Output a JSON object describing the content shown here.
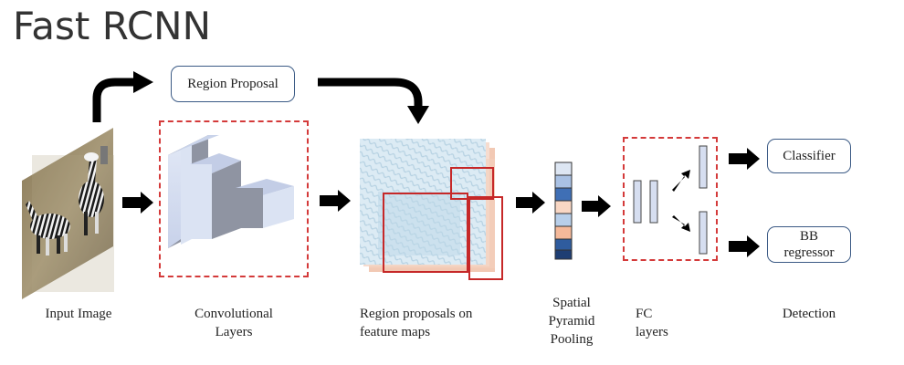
{
  "title": "Fast RCNN",
  "region_proposal": "Region Proposal",
  "classifier": "Classifier",
  "bb_regressor": [
    "BB",
    "regressor"
  ],
  "captions": {
    "input": "Input Image",
    "conv": [
      "Convolutional",
      "Layers"
    ],
    "proposals": [
      "Region proposals on",
      "feature maps"
    ],
    "spp": [
      "Spatial",
      "Pyramid",
      "Pooling"
    ],
    "fc": [
      "FC",
      "layers"
    ],
    "detection": "Detection"
  },
  "colors": {
    "accent_red": "#d43a3a",
    "box_border": "#3b5a85",
    "arrow": "#000000"
  }
}
